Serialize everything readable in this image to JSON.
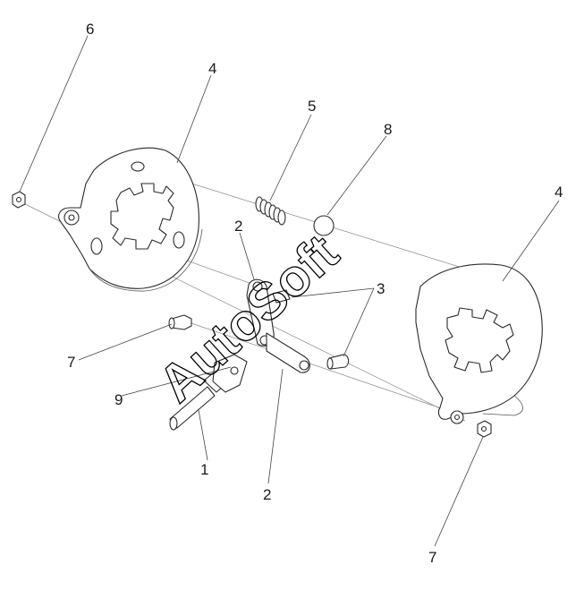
{
  "diagram": {
    "watermark": "AutoSoft",
    "callouts": [
      {
        "id": "c-6",
        "label": "6"
      },
      {
        "id": "c-4-left",
        "label": "4"
      },
      {
        "id": "c-5",
        "label": "5"
      },
      {
        "id": "c-8",
        "label": "8"
      },
      {
        "id": "c-4-right",
        "label": "4"
      },
      {
        "id": "c-2-top",
        "label": "2"
      },
      {
        "id": "c-3",
        "label": "3"
      },
      {
        "id": "c-7-left",
        "label": "7"
      },
      {
        "id": "c-9",
        "label": "9"
      },
      {
        "id": "c-1",
        "label": "1"
      },
      {
        "id": "c-2-bottom",
        "label": "2"
      },
      {
        "id": "c-7-bottom",
        "label": "7"
      }
    ]
  }
}
